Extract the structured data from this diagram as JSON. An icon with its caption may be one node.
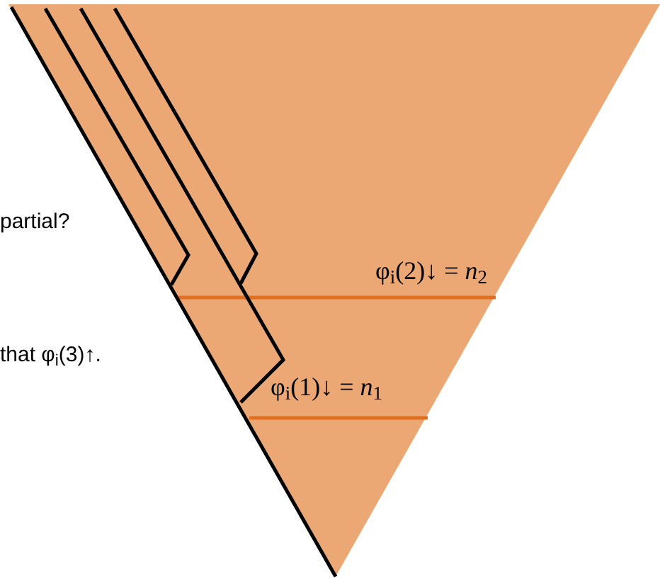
{
  "diagram": {
    "labels": [
      "partial?",
      "φ$_{i}$(2)↓ = *n*$_{2}$",
      "that φ$_{i}$(3)↑.",
      "φ$_{i}$(1)↓ = *n*$_{1}$"
    ]
  }
}
